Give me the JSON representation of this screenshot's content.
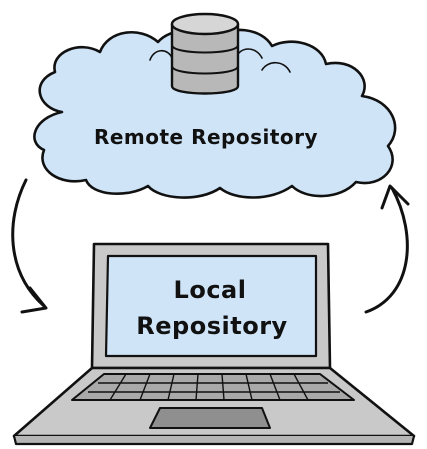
{
  "cloud": {
    "label": "Remote Repository",
    "fill": "#cfe4f7",
    "stroke": "#111111",
    "icon": "database-icon"
  },
  "laptop": {
    "label_line1": "Local",
    "label_line2": "Repository",
    "screen_fill": "#cfe4f7",
    "body_fill": "#c9c9c9",
    "keyboard_fill": "#a9a9a9",
    "icon": "laptop-icon"
  },
  "arrows": {
    "down_left": "curved-arrow-down-icon",
    "up_right": "curved-arrow-up-icon"
  }
}
